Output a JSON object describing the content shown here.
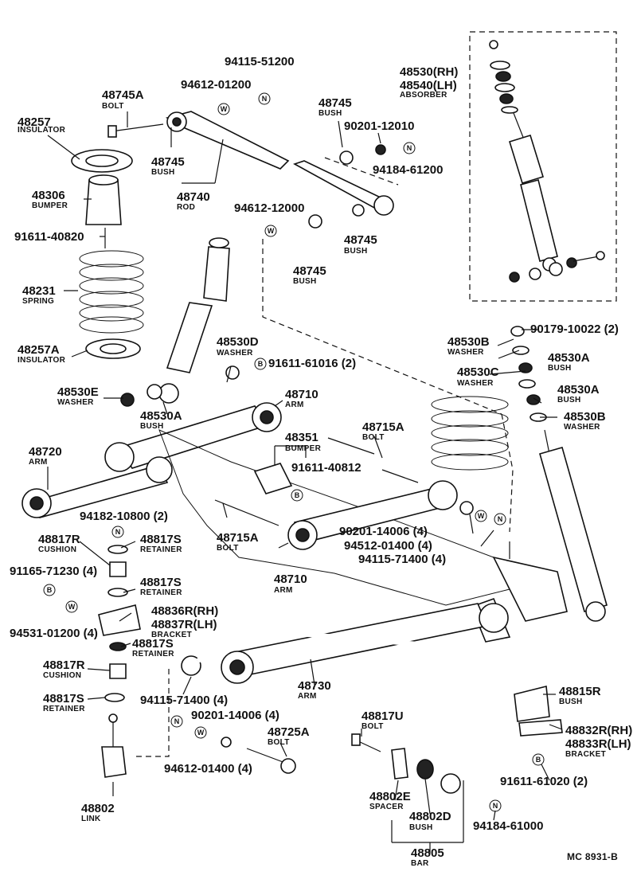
{
  "labels": [
    {
      "id": "l1",
      "num": "94115-51200",
      "desc": ""
    },
    {
      "id": "l2",
      "num": "94612-01200",
      "desc": ""
    },
    {
      "id": "l3",
      "num": "48745A",
      "desc": "BOLT"
    },
    {
      "id": "l4",
      "num": "48257",
      "desc": "INSULATOR"
    },
    {
      "id": "l5",
      "num": "48745",
      "desc": "BUSH"
    },
    {
      "id": "l6",
      "num": "48740",
      "desc": "ROD"
    },
    {
      "id": "l7",
      "num": "48306",
      "desc": "BUMPER"
    },
    {
      "id": "l8",
      "num": "91611-40820",
      "desc": ""
    },
    {
      "id": "l9",
      "num": "48231",
      "desc": "SPRING"
    },
    {
      "id": "l10",
      "num": "48257A",
      "desc": "INSULATOR"
    },
    {
      "id": "l11",
      "num": "48745",
      "desc": "BUSH"
    },
    {
      "id": "l12",
      "num": "90201-12010",
      "desc": ""
    },
    {
      "id": "l13",
      "num": "94184-61200",
      "desc": ""
    },
    {
      "id": "l14",
      "num": "94612-12000",
      "desc": ""
    },
    {
      "id": "l15",
      "num": "48745",
      "desc": "BUSH"
    },
    {
      "id": "l16",
      "num": "48745",
      "desc": "BUSH"
    },
    {
      "id": "l17",
      "num": "48530(RH)",
      "desc": ""
    },
    {
      "id": "l18",
      "num": "48540(LH)",
      "desc": "ABSORBER"
    },
    {
      "id": "l19",
      "num": "48530D",
      "desc": "WASHER"
    },
    {
      "id": "l20",
      "num": "91611-61016 (2)",
      "desc": ""
    },
    {
      "id": "l21",
      "num": "48530E",
      "desc": "WASHER"
    },
    {
      "id": "l22",
      "num": "48530A",
      "desc": "BUSH"
    },
    {
      "id": "l23",
      "num": "48710",
      "desc": "ARM"
    },
    {
      "id": "l24",
      "num": "48351",
      "desc": "BUMPER"
    },
    {
      "id": "l25",
      "num": "91611-40812",
      "desc": ""
    },
    {
      "id": "l26",
      "num": "48715A",
      "desc": "BOLT"
    },
    {
      "id": "l27",
      "num": "48720",
      "desc": "ARM"
    },
    {
      "id": "l28",
      "num": "48530B",
      "desc": "WASHER"
    },
    {
      "id": "l29",
      "num": "90179-10022 (2)",
      "desc": ""
    },
    {
      "id": "l30",
      "num": "48530A",
      "desc": "BUSH"
    },
    {
      "id": "l31",
      "num": "48530C",
      "desc": "WASHER"
    },
    {
      "id": "l32",
      "num": "48530A",
      "desc": "BUSH"
    },
    {
      "id": "l33",
      "num": "48530B",
      "desc": "WASHER"
    },
    {
      "id": "l34",
      "num": "94182-10800 (2)",
      "desc": ""
    },
    {
      "id": "l35",
      "num": "48817R",
      "desc": "CUSHION"
    },
    {
      "id": "l36",
      "num": "48817S",
      "desc": "RETAINER"
    },
    {
      "id": "l37",
      "num": "48715A",
      "desc": "BOLT"
    },
    {
      "id": "l38",
      "num": "90201-14006 (4)",
      "desc": ""
    },
    {
      "id": "l39",
      "num": "94512-01400 (4)",
      "desc": ""
    },
    {
      "id": "l40",
      "num": "94115-71400 (4)",
      "desc": ""
    },
    {
      "id": "l41",
      "num": "91165-71230 (4)",
      "desc": ""
    },
    {
      "id": "l42",
      "num": "48817S",
      "desc": "RETAINER"
    },
    {
      "id": "l43",
      "num": "48710",
      "desc": "ARM"
    },
    {
      "id": "l44",
      "num": "48836R(RH)",
      "desc": ""
    },
    {
      "id": "l45",
      "num": "48837R(LH)",
      "desc": "BRACKET"
    },
    {
      "id": "l46",
      "num": "94531-01200 (4)",
      "desc": ""
    },
    {
      "id": "l47",
      "num": "48817S",
      "desc": "RETAINER"
    },
    {
      "id": "l48",
      "num": "48817R",
      "desc": "CUSHION"
    },
    {
      "id": "l49",
      "num": "48730",
      "desc": "ARM"
    },
    {
      "id": "l50",
      "num": "48817S",
      "desc": "RETAINER"
    },
    {
      "id": "l51",
      "num": "94115-71400 (4)",
      "desc": ""
    },
    {
      "id": "l52",
      "num": "90201-14006 (4)",
      "desc": ""
    },
    {
      "id": "l53",
      "num": "48725A",
      "desc": "BOLT"
    },
    {
      "id": "l54",
      "num": "94612-01400 (4)",
      "desc": ""
    },
    {
      "id": "l55",
      "num": "48817U",
      "desc": "BOLT"
    },
    {
      "id": "l56",
      "num": "48815R",
      "desc": "BUSH"
    },
    {
      "id": "l57",
      "num": "48832R(RH)",
      "desc": ""
    },
    {
      "id": "l58",
      "num": "48833R(LH)",
      "desc": "BRACKET"
    },
    {
      "id": "l59",
      "num": "91611-61020 (2)",
      "desc": ""
    },
    {
      "id": "l60",
      "num": "48802E",
      "desc": "SPACER"
    },
    {
      "id": "l61",
      "num": "48802D",
      "desc": "BUSH"
    },
    {
      "id": "l62",
      "num": "94184-61000",
      "desc": ""
    },
    {
      "id": "l63",
      "num": "48805",
      "desc": "BAR"
    },
    {
      "id": "l64",
      "num": "48802",
      "desc": "LINK"
    }
  ],
  "symbols": {
    "w": "W",
    "n": "N",
    "b": "B"
  },
  "footer": "MC 8931-B"
}
